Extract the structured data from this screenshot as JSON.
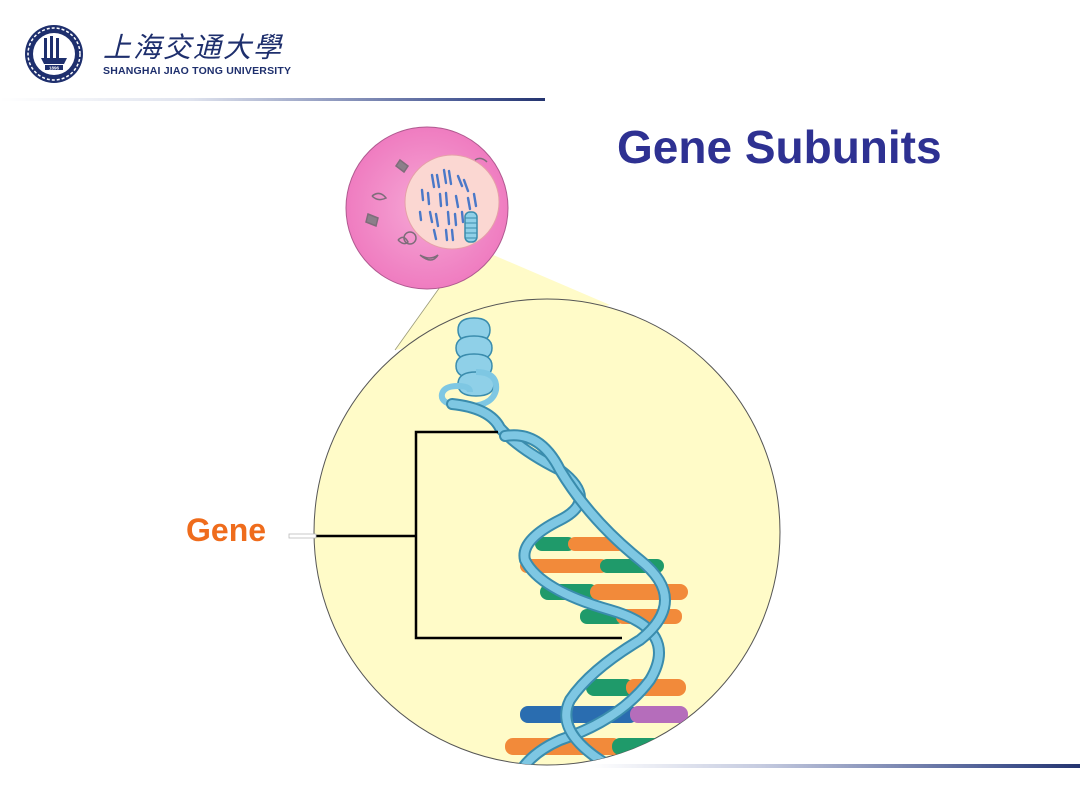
{
  "header": {
    "logo": {
      "seal_text": "1896",
      "chinese_name": "上海交通大學",
      "english_name": "SHANGHAI JIAO TONG UNIVERSITY"
    }
  },
  "slide": {
    "title": "Gene Subunits",
    "gene_label": "Gene"
  },
  "colors": {
    "title": "#2e3192",
    "gene_label": "#ef6c1c",
    "brand_blue": "#1e2f6d",
    "cell": "#f07fc0",
    "magnified_circle": "#fffbc8",
    "dna_backbone": "#7ec7e3",
    "base_orange": "#f28a3a",
    "base_green": "#1f9a6a",
    "base_blue": "#2a6db0",
    "base_purple": "#b56dbb"
  },
  "icons": [
    "university-seal-icon",
    "cell-nucleus-icon",
    "dna-double-helix-icon"
  ]
}
